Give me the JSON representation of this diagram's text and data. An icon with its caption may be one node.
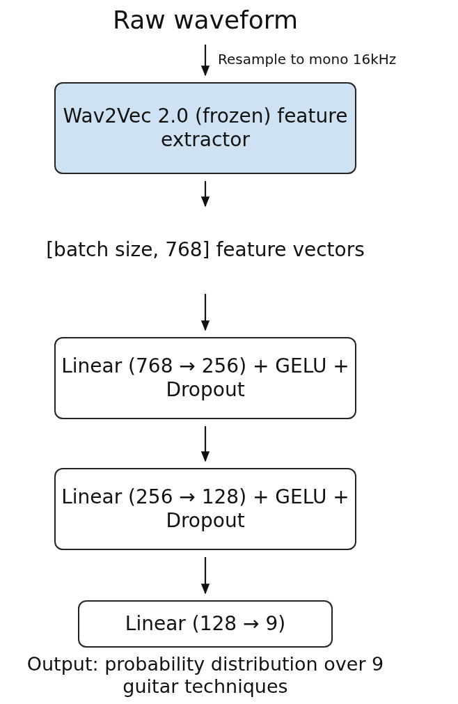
{
  "diagram": {
    "title": "Raw waveform",
    "nodes": [
      {
        "text": [
          "Wav2Vec 2.0 (frozen) feature extractor"
        ]
      },
      {
        "text": [
          "[batch size, 768] feature vectors"
        ]
      },
      {
        "text": [
          "Linear (768 → 256) + GELU + Dropout"
        ]
      },
      {
        "text": [
          "Linear (256 → 128) + GELU + Dropout"
        ]
      },
      {
        "text": [
          "Linear (128 → 9)"
        ]
      }
    ],
    "edges": [
      {
        "from": null,
        "to": 0,
        "arrow": "to",
        "label": "Resample to mono 16kHz"
      },
      {
        "from": 0,
        "to": 1,
        "arrow": "to"
      },
      {
        "from": 1,
        "to": 2,
        "arrow": "to"
      },
      {
        "from": 2,
        "to": 3,
        "arrow": "to"
      },
      {
        "from": 3,
        "to": 4,
        "arrow": "to"
      }
    ],
    "labels": [
      "Output: probability distribution over 9 guitar techniques"
    ]
  }
}
